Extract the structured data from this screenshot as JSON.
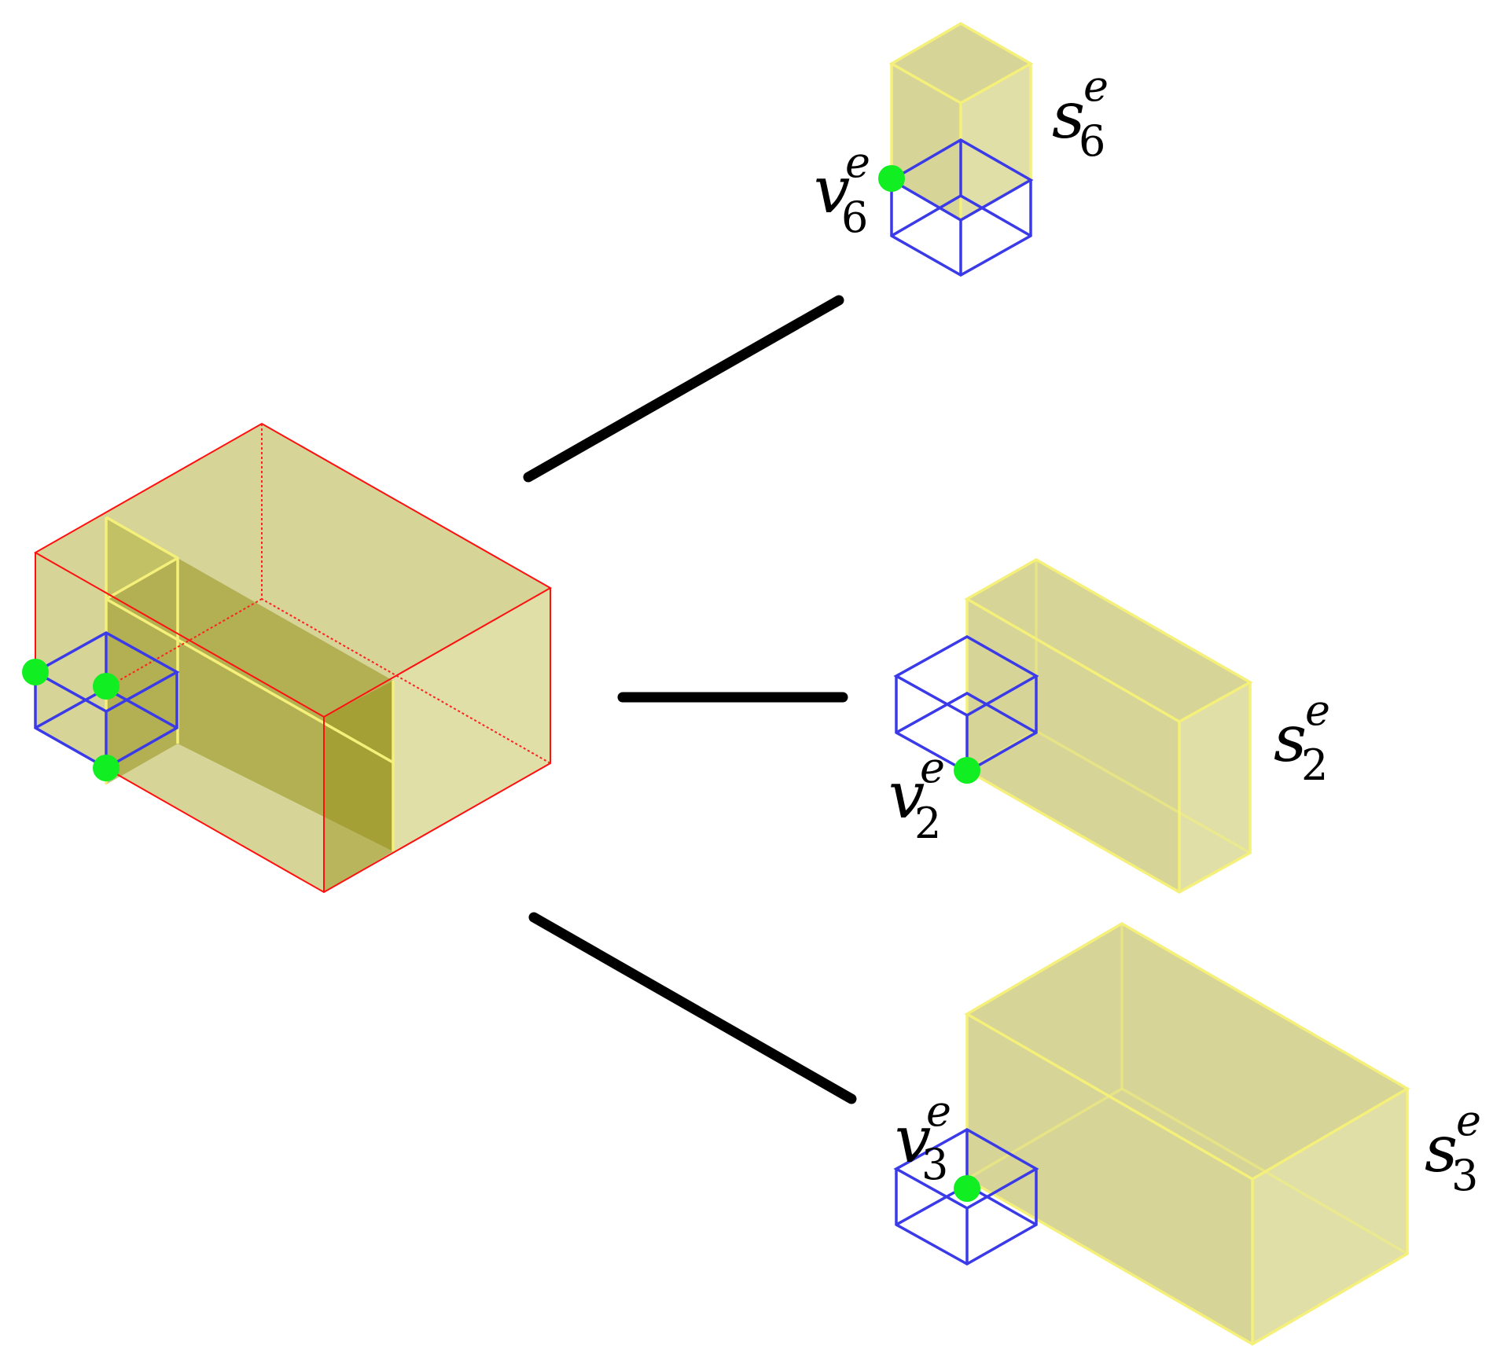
{
  "labels": {
    "s6": {
      "base": "s",
      "sup": "e",
      "sub": "6"
    },
    "v6": {
      "base": "v",
      "sup": "e",
      "sub": "6"
    },
    "s2": {
      "base": "s",
      "sup": "e",
      "sub": "2"
    },
    "v2": {
      "base": "v",
      "sup": "e",
      "sub": "2"
    },
    "s3": {
      "base": "s",
      "sup": "e",
      "sub": "3"
    },
    "v3": {
      "base": "v",
      "sup": "e",
      "sub": "3"
    }
  },
  "colors": {
    "box_fill": "#b5b040",
    "box_edge": "#f4f07a",
    "outer_edge": "#ff1010",
    "cell_edge": "#3a3ae8",
    "vertex": "#11ee22",
    "connector": "#000000"
  }
}
